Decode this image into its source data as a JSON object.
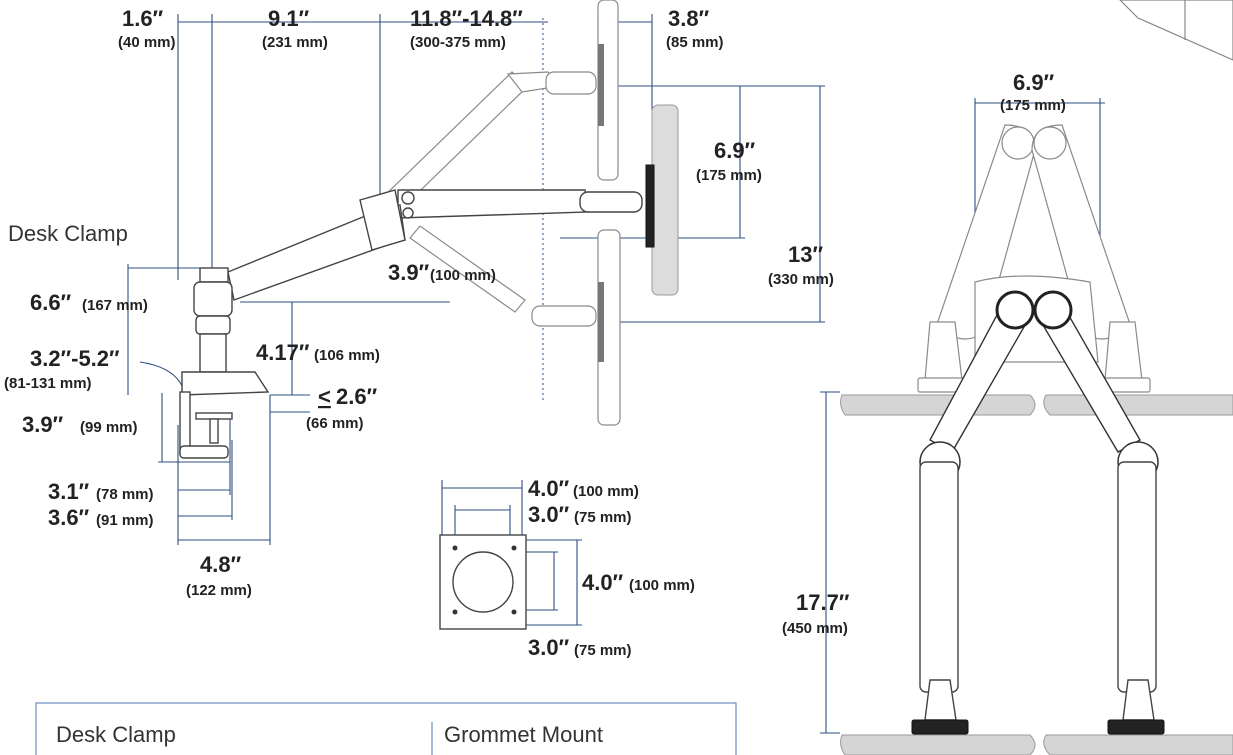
{
  "side_view": {
    "label_desk_clamp": "Desk Clamp",
    "d_top1": "1.6″",
    "d_top1_mm": "(40 mm)",
    "d_top2": "9.1″",
    "d_top2_mm": "(231 mm)",
    "d_top3": "11.8″-14.8″",
    "d_top3_mm": "(300-375 mm)",
    "d_top4": "3.8″",
    "d_top4_mm": "(85 mm)",
    "d_tilt": "6.9″",
    "d_tilt_mm": "(175 mm)",
    "d_lift": "13″",
    "d_lift_mm": "(330 mm)",
    "d_drop": "3.9″",
    "d_drop_mm": "(100 mm)",
    "d_pole": "6.6″",
    "d_pole_mm": "(167 mm)",
    "d_pole2": "4.17″",
    "d_pole2_mm": "(106 mm)",
    "d_clamp_range": "3.2″-5.2″",
    "d_clamp_range_mm": "(81-131 mm)",
    "d_thick": "2.6″",
    "d_thick_prefix": "<",
    "d_thick_mm": "(66 mm)",
    "d_clamp_h": "3.9″",
    "d_clamp_h_mm": "(99 mm)",
    "d_w1": "3.1″",
    "d_w1_mm": "(78 mm)",
    "d_w2": "3.6″",
    "d_w2_mm": "(91 mm)",
    "d_base": "4.8″",
    "d_base_mm": "(122 mm)"
  },
  "vesa": {
    "d_outer_w": "4.0″",
    "d_outer_w_mm": "(100 mm)",
    "d_inner_w": "3.0″",
    "d_inner_w_mm": "(75 mm)",
    "d_outer_h": "4.0″",
    "d_outer_h_mm": "(100 mm)",
    "d_inner_h": "3.0″",
    "d_inner_h_mm": "(75 mm)"
  },
  "front_view": {
    "d_width": "6.9″",
    "d_width_mm": "(175 mm)",
    "d_height": "17.7″",
    "d_height_mm": "(450 mm)"
  },
  "legend": {
    "left_title": "Desk Clamp",
    "right_title": "Grommet Mount"
  }
}
